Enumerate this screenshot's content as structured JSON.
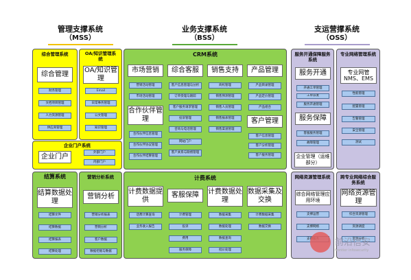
{
  "headers": {
    "mss": {
      "title": "管理支撑系统",
      "sub": "（MSS）"
    },
    "bss": {
      "title": "业务支撑系统",
      "sub": "（BSS）"
    },
    "oss": {
      "title": "支运营撑系统",
      "sub": "（OSS）"
    }
  },
  "colors": {
    "mss": "#ffff00",
    "bss": "#8fd14f",
    "oss": "#c9c3e2",
    "module": "#a9c9ef",
    "bar_mss": "#f2c200",
    "bar_bss": "#58a838",
    "bar_oss": "#a89ccb"
  },
  "mss": {
    "zonghe_system": {
      "title": "综合管理系统",
      "main": "综合管理",
      "items": [
        "财务管理",
        "文档项目管理",
        "人力资源管理",
        "供应商管理"
      ]
    },
    "oa_system": {
      "title": "OA/知识管理系统",
      "main": "OA/知识管理",
      "items": [
        "Email",
        "日常事务管理",
        "公文管理",
        "知识管理"
      ]
    },
    "portal_system": {
      "title": "企业门户系统",
      "main": "企业门户",
      "items": [
        "外部门户",
        "内部门户"
      ]
    },
    "settle_system": {
      "title": "结算系统",
      "main": "结算数据处理",
      "items": [
        "结算文件",
        "结算数据",
        "结算报表",
        "结算处理"
      ]
    },
    "analysis_system": {
      "title": "营销分析系统",
      "main": "营销分析",
      "items": [
        "营销分析报表",
        "营销分析",
        "客户数据",
        "数据挖掘与数据"
      ]
    }
  },
  "bss": {
    "crm": {
      "title": "CRM系统",
      "market": {
        "label": "市场营销",
        "items": [
          "营销活动管理",
          "市场活动管理"
        ]
      },
      "partner": {
        "label": "合作伙伴管理",
        "items": [
          "合作伙伴信息管理",
          "合作伙伴协议管理",
          "合作伙伴结算管理"
        ]
      },
      "service": {
        "label": "综合客服",
        "items": [
          "客户信息管理与分析",
          "订单受理与跟踪",
          "客户服务请求管理",
          "投诉管理",
          "咨询与电话管理"
        ]
      },
      "sales": {
        "label": "销售支持",
        "items": [
          "商机管理",
          "销售预测管理",
          "销售人员管理",
          "销售报表管理",
          "销售渠道管理"
        ]
      },
      "product": {
        "label": "产品管理",
        "items": [
          "产品目录管理",
          "产品定价管理",
          "产品组合"
        ]
      },
      "customer": {
        "label": "客户管理",
        "items": [
          "客户信息管理",
          "客户分析管理",
          "客户服务管理"
        ]
      },
      "extra": [
        "网站门户",
        "客户关系与联络管理"
      ]
    },
    "billing": {
      "title": "计费系统",
      "c1": {
        "label": "计费数据提供",
        "items": [
          "话费计算查询",
          "业务收入报告"
        ]
      },
      "c2": {
        "label": "客服保障",
        "items": [
          "计费管理",
          "投诉",
          "费用",
          "服务保障"
        ]
      },
      "c3": {
        "label": "计费数据处理",
        "items": [
          "数据采集",
          "数据处理",
          "数据查询",
          "批价处理"
        ]
      },
      "c4": {
        "label": "数据采集及交换",
        "items": [
          "计费数据采集",
          "数据交换"
        ]
      }
    }
  },
  "oss": {
    "open": {
      "title": "服务开通保障服务系统",
      "main1": "服务开通",
      "items1": [
        "开通工单管理",
        "工单派发",
        "服务开通管理"
      ],
      "main2": "服务保障",
      "items2": [
        "客服服务管理",
        "故障管理"
      ],
      "main3": "企业管理（运维部分）"
    },
    "pro": {
      "title": "专业网络管理系统",
      "main": "专业网管NMS、EMS",
      "items": [
        "性能管理",
        "配置管理",
        "告警管理",
        "安全管理",
        "测试"
      ]
    },
    "resource": {
      "title": "网络资源管理系统",
      "main": "综合网络管理应用环境",
      "items": [
        "支撑运营",
        "支撑网络",
        "支撑服务"
      ]
    },
    "cross": {
      "title": "跨专业网络综合服务系统",
      "main": "网络资源管理",
      "items": [
        "综合资源管理",
        "资源调度",
        "资源分析"
      ]
    }
  },
  "watermark": {
    "cn": "前沿信安",
    "en": "frontier infosecurity"
  }
}
